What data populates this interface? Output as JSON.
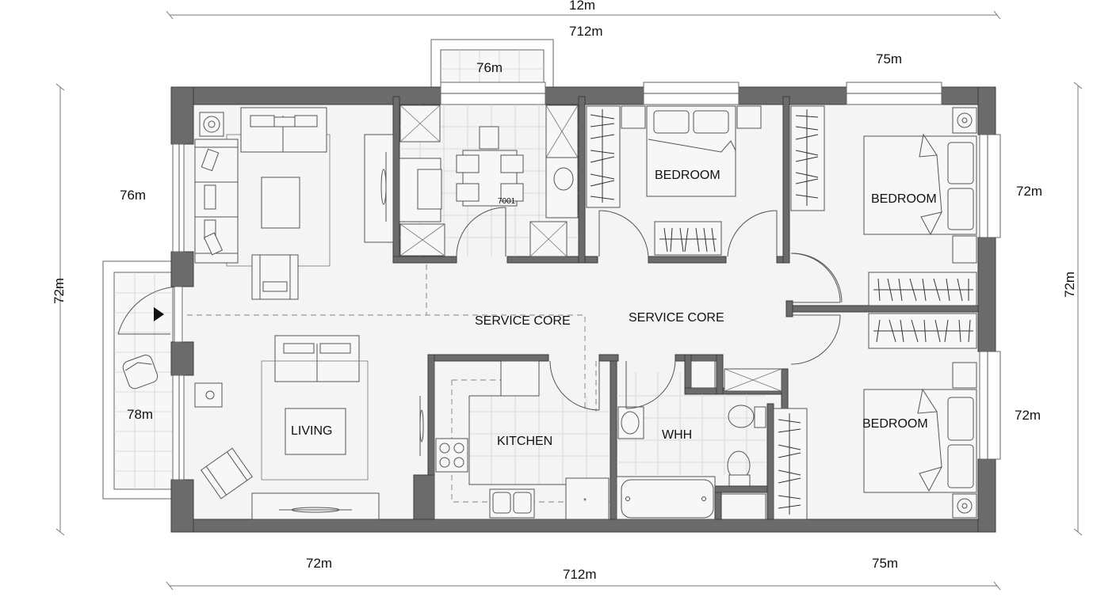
{
  "plan": {
    "dimensions": {
      "top_overall": "12m",
      "top_sub": "712m",
      "top_balcony": "76m",
      "top_right": "75m",
      "left_overall": "72m",
      "left_living_upper": "76m",
      "left_balcony": "78m",
      "right_overall": "72m",
      "right_upper": "72m",
      "right_lower": "72m",
      "bottom_left": "72m",
      "bottom_overall": "712m",
      "bottom_right": "75m"
    },
    "rooms": {
      "living": "LIVING",
      "kitchen": "KITCHEN",
      "bathroom": "WHH",
      "bedroom_top_middle": "BEDROOM",
      "bedroom_top_right": "BEDROOM",
      "bedroom_bottom_right": "BEDROOM",
      "service_core_left": "SERVICE CORE",
      "service_core_right": "SERVICE CORE"
    },
    "annotations": {
      "dining_note": "7001"
    },
    "colors": {
      "wall": "#6b6b6b",
      "floor": "#f4f4f4",
      "line": "#555555"
    }
  }
}
